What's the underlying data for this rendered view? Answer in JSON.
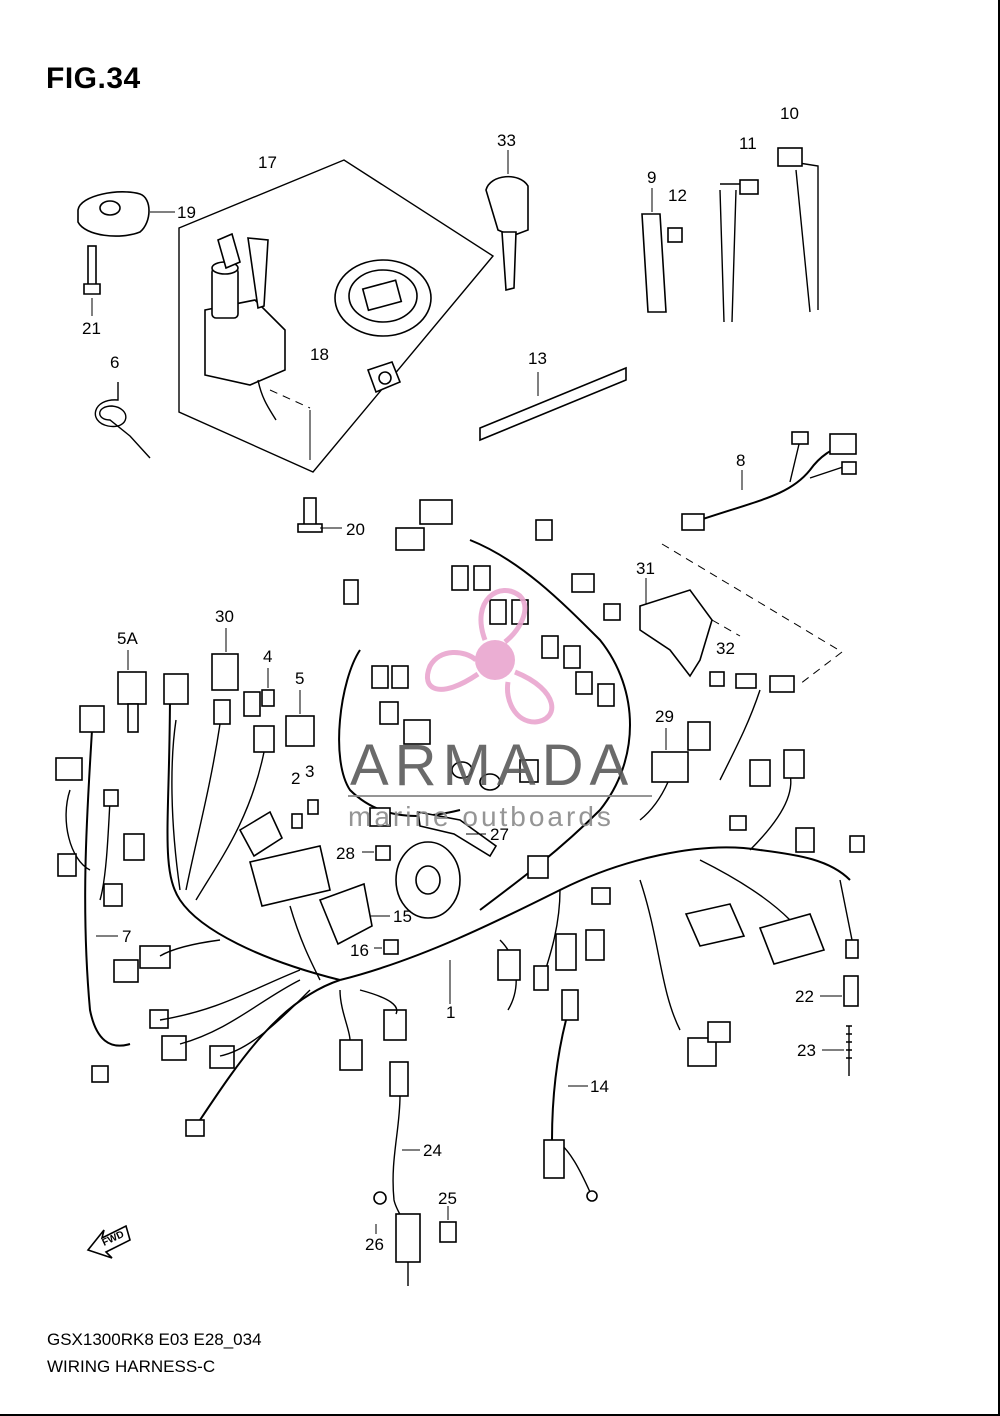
{
  "figure": {
    "title": "FIG.34",
    "model_code": "GSX1300RK8 E03 E28_034",
    "section_name": "WIRING HARNESS-C"
  },
  "callouts": [
    {
      "id": "c1",
      "text": "1"
    },
    {
      "id": "c2",
      "text": "2"
    },
    {
      "id": "c3",
      "text": "3"
    },
    {
      "id": "c4",
      "text": "4"
    },
    {
      "id": "c5",
      "text": "5"
    },
    {
      "id": "c5a",
      "text": "5A"
    },
    {
      "id": "c6",
      "text": "6"
    },
    {
      "id": "c7",
      "text": "7"
    },
    {
      "id": "c8",
      "text": "8"
    },
    {
      "id": "c9",
      "text": "9"
    },
    {
      "id": "c10",
      "text": "10"
    },
    {
      "id": "c11",
      "text": "11"
    },
    {
      "id": "c12",
      "text": "12"
    },
    {
      "id": "c13",
      "text": "13"
    },
    {
      "id": "c14",
      "text": "14"
    },
    {
      "id": "c15",
      "text": "15"
    },
    {
      "id": "c16",
      "text": "16"
    },
    {
      "id": "c17",
      "text": "17"
    },
    {
      "id": "c18",
      "text": "18"
    },
    {
      "id": "c19",
      "text": "19"
    },
    {
      "id": "c20",
      "text": "20"
    },
    {
      "id": "c21",
      "text": "21"
    },
    {
      "id": "c22",
      "text": "22"
    },
    {
      "id": "c23",
      "text": "23"
    },
    {
      "id": "c24",
      "text": "24"
    },
    {
      "id": "c25",
      "text": "25"
    },
    {
      "id": "c26",
      "text": "26"
    },
    {
      "id": "c27",
      "text": "27"
    },
    {
      "id": "c28",
      "text": "28"
    },
    {
      "id": "c29",
      "text": "29"
    },
    {
      "id": "c30",
      "text": "30"
    },
    {
      "id": "c31",
      "text": "31"
    },
    {
      "id": "c32",
      "text": "32"
    },
    {
      "id": "c33",
      "text": "33"
    }
  ],
  "direction_marker": {
    "text": "FWD"
  },
  "watermark": {
    "name": "ARMADA",
    "tagline": "marine outboards",
    "logo_color": "#e9a6cf",
    "text_color": "#5a5a5a"
  }
}
